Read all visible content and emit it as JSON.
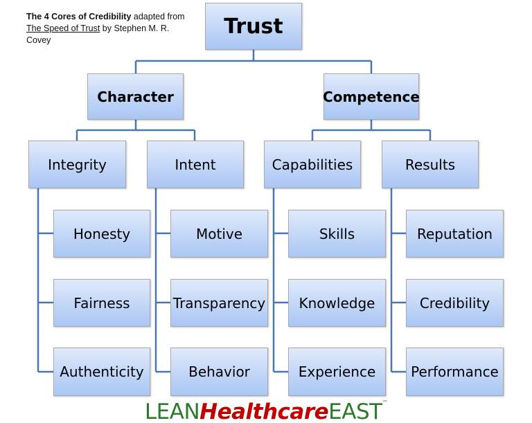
{
  "caption": {
    "bold": "The 4 Cores of Credibility",
    "text1": " adapted from ",
    "title": "The Speed of Trust",
    "text2": " by Stephen M. R. Covey"
  },
  "root": "Trust",
  "cores": [
    {
      "label": "Character",
      "children": [
        {
          "label": "Integrity",
          "children": [
            "Honesty",
            "Fairness",
            "Authenticity"
          ]
        },
        {
          "label": "Intent",
          "children": [
            "Motive",
            "Transparency",
            "Behavior"
          ]
        }
      ]
    },
    {
      "label": "Competence",
      "children": [
        {
          "label": "Capabilities",
          "children": [
            "Skills",
            "Knowledge",
            "Experience"
          ]
        },
        {
          "label": "Results",
          "children": [
            "Reputation",
            "Credibility",
            "Performance"
          ]
        }
      ]
    }
  ],
  "logo": {
    "part1": "LEAN",
    "part2": "Healthcare",
    "part3": "EAST",
    "tm": "™"
  },
  "colors": {
    "connector": "#4a76b0",
    "logo_green": "#2d7a2b",
    "logo_red": "#c00000"
  }
}
